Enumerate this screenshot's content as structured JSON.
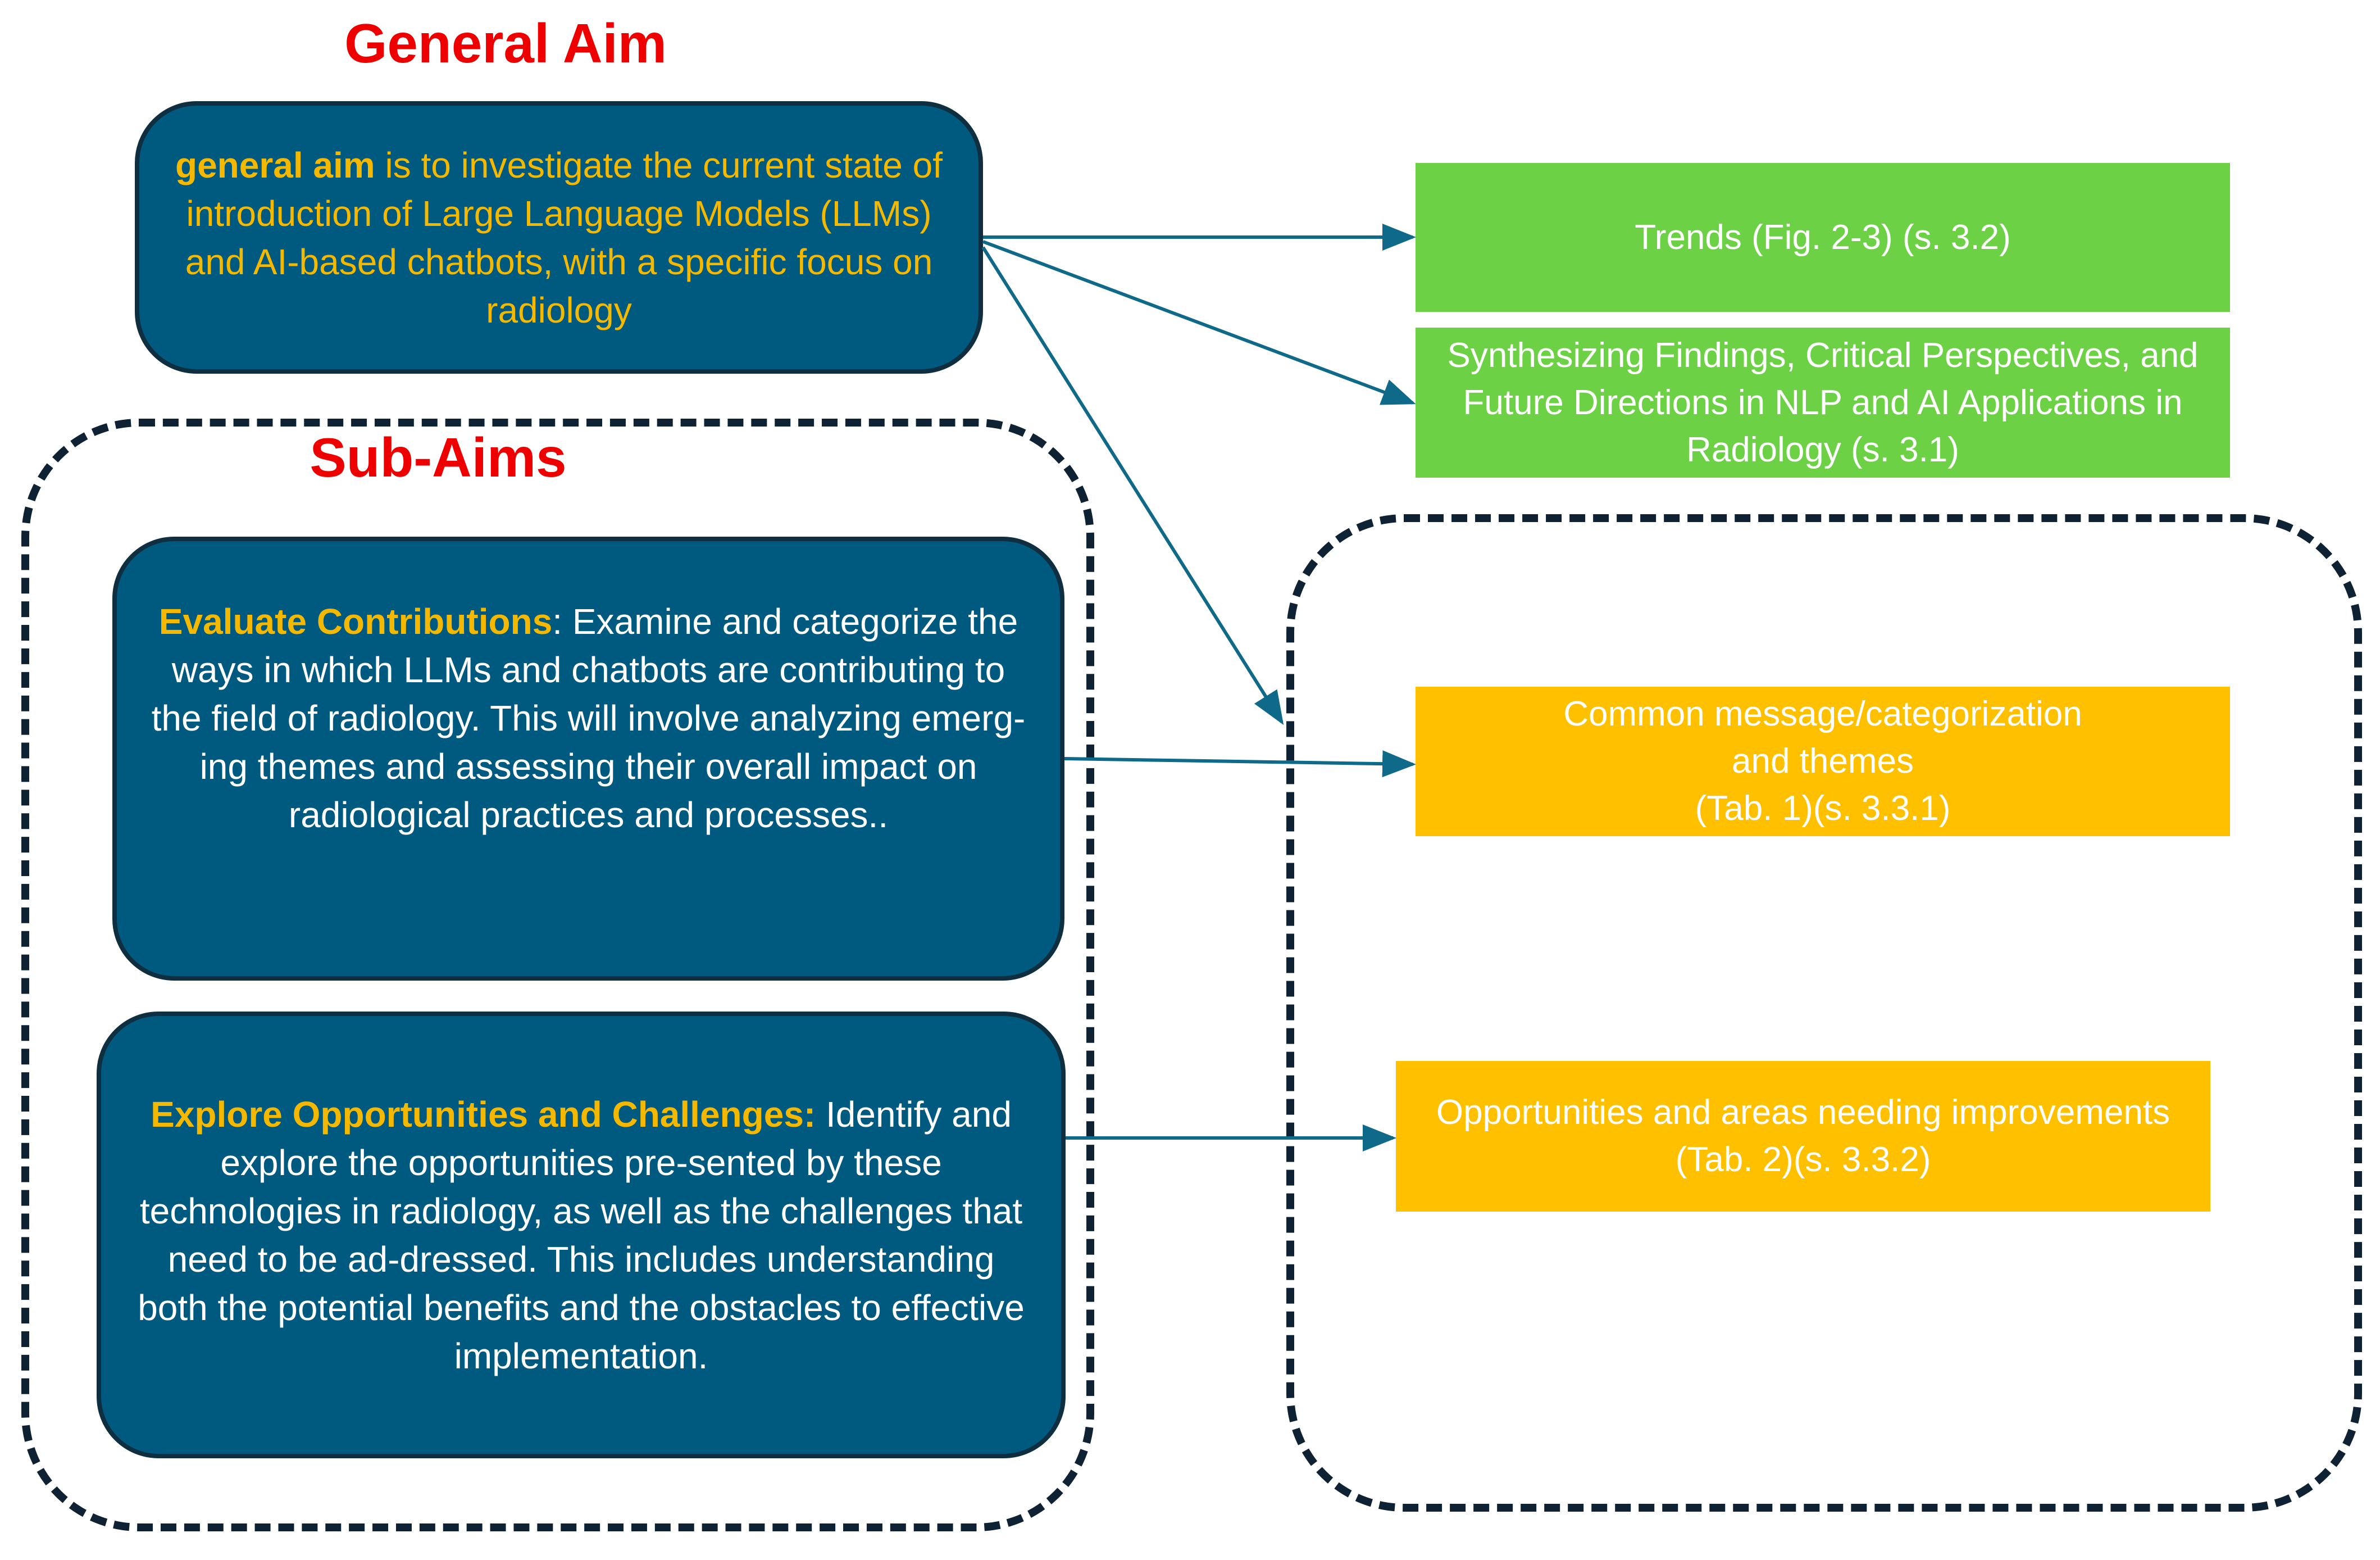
{
  "general_aim": {
    "heading": "General Aim",
    "box": {
      "highlight": "general aim",
      "text": " is to investigate the current state of introduction of Large Language Models (LLMs) and AI-based chatbots, with a specific focus on radiology"
    }
  },
  "sub_aims": {
    "heading": "Sub-Aims",
    "evaluate": {
      "highlight": "Evaluate Contributions",
      "text": ": Examine and categorize the ways in which LLMs and chatbots are contributing to the field of radiology. This will involve analyzing emerg-ing themes and assessing their overall impact on radiological practices and processes.."
    },
    "explore": {
      "highlight": "Explore Opportunities and Challenges:",
      "text": " Identify and explore the opportunities pre-sented by these technologies in radiology, as well as the challenges that need to be ad-dressed. This includes understanding both the potential benefits and the obstacles to effective implementation."
    }
  },
  "outputs": {
    "trends": "Trends (Fig. 2-3) (s. 3.2)",
    "synthesizing": "Synthesizing Findings, Critical Perspectives, and Future Directions in NLP and AI Applications in Radiology (s. 3.1)",
    "common_line1": "Common message/categorization",
    "common_line2": "and themes",
    "common_line3": "(Tab. 1)(s. 3.3.1)",
    "opportunities": "Opportunities and areas needing improvements (Tab. 2)(s. 3.3.2)"
  },
  "colors": {
    "navy": "#005a80",
    "highlight": "#f5b800",
    "green": "#6dd146",
    "orange": "#ffc000",
    "heading_red": "#ee0000",
    "arrow": "#0f6a8a"
  }
}
